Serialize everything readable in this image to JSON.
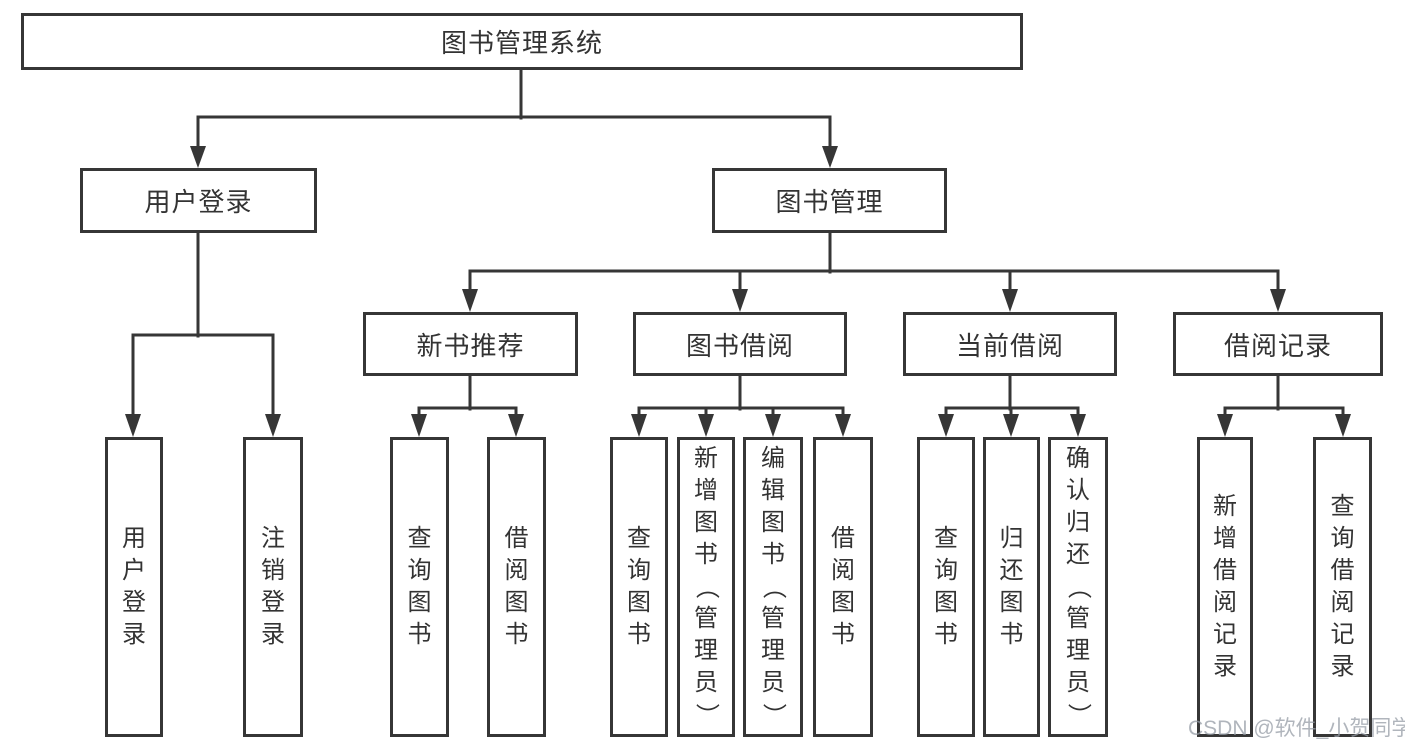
{
  "nodes": {
    "root": "图书管理系统",
    "user_login": "用户登录",
    "book_management": "图书管理",
    "new_book_recommend": "新书推荐",
    "book_borrowing": "图书借阅",
    "current_borrowing": "当前借阅",
    "borrowing_records": "借阅记录",
    "leaf_user_login": "用户登录",
    "leaf_logout": "注销登录",
    "leaf_query_books_1": "查询图书",
    "leaf_borrow_books_1": "借阅图书",
    "leaf_query_books_2": "查询图书",
    "leaf_add_books_admin": "新增图书（管理员）",
    "leaf_edit_books_admin": "编辑图书（管理员）",
    "leaf_borrow_books_2": "借阅图书",
    "leaf_query_books_3": "查询图书",
    "leaf_return_books": "归还图书",
    "leaf_confirm_return_admin": "确认归还（管理员）",
    "leaf_add_borrow_record": "新增借阅记录",
    "leaf_query_borrow_record": "查询借阅记录"
  },
  "hierarchy": {
    "图书管理系统": {
      "用户登录": [
        "用户登录",
        "注销登录"
      ],
      "图书管理": {
        "新书推荐": [
          "查询图书",
          "借阅图书"
        ],
        "图书借阅": [
          "查询图书",
          "新增图书（管理员）",
          "编辑图书（管理员）",
          "借阅图书"
        ],
        "当前借阅": [
          "查询图书",
          "归还图书",
          "确认归还（管理员）"
        ],
        "借阅记录": [
          "新增借阅记录",
          "查询借阅记录"
        ]
      }
    }
  },
  "watermark": "CSDN @软件_小贺同学",
  "colors": {
    "line": "#363636",
    "box_border": "#363636",
    "text": "#333333",
    "background": "#ffffff",
    "watermark_text": "#969ca5"
  }
}
